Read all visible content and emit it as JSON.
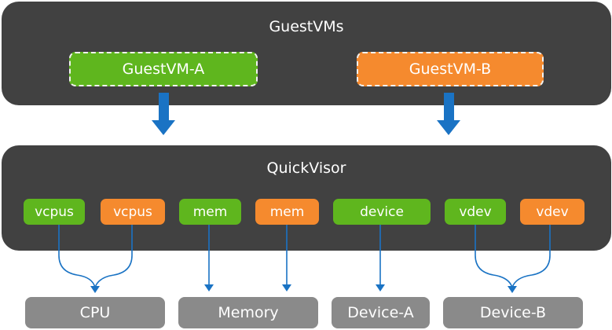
{
  "colors": {
    "panel": "#414141",
    "green": "#5fb61e",
    "orange": "#f58a2e",
    "resource": "#8a8a8a",
    "arrow": "#1a73c4",
    "connector": "#1a73c4"
  },
  "guestvms_panel": {
    "title": "GuestVMs",
    "vm_a": "GuestVM-A",
    "vm_b": "GuestVM-B"
  },
  "quickvisor_panel": {
    "title": "QuickVisor",
    "chips": [
      {
        "label": "vcpus",
        "color": "green"
      },
      {
        "label": "vcpus",
        "color": "orange"
      },
      {
        "label": "mem",
        "color": "green"
      },
      {
        "label": "mem",
        "color": "orange"
      },
      {
        "label": "device",
        "color": "green"
      },
      {
        "label": "vdev",
        "color": "green"
      },
      {
        "label": "vdev",
        "color": "orange"
      }
    ]
  },
  "resources": [
    "CPU",
    "Memory",
    "Device-A",
    "Device-B"
  ]
}
